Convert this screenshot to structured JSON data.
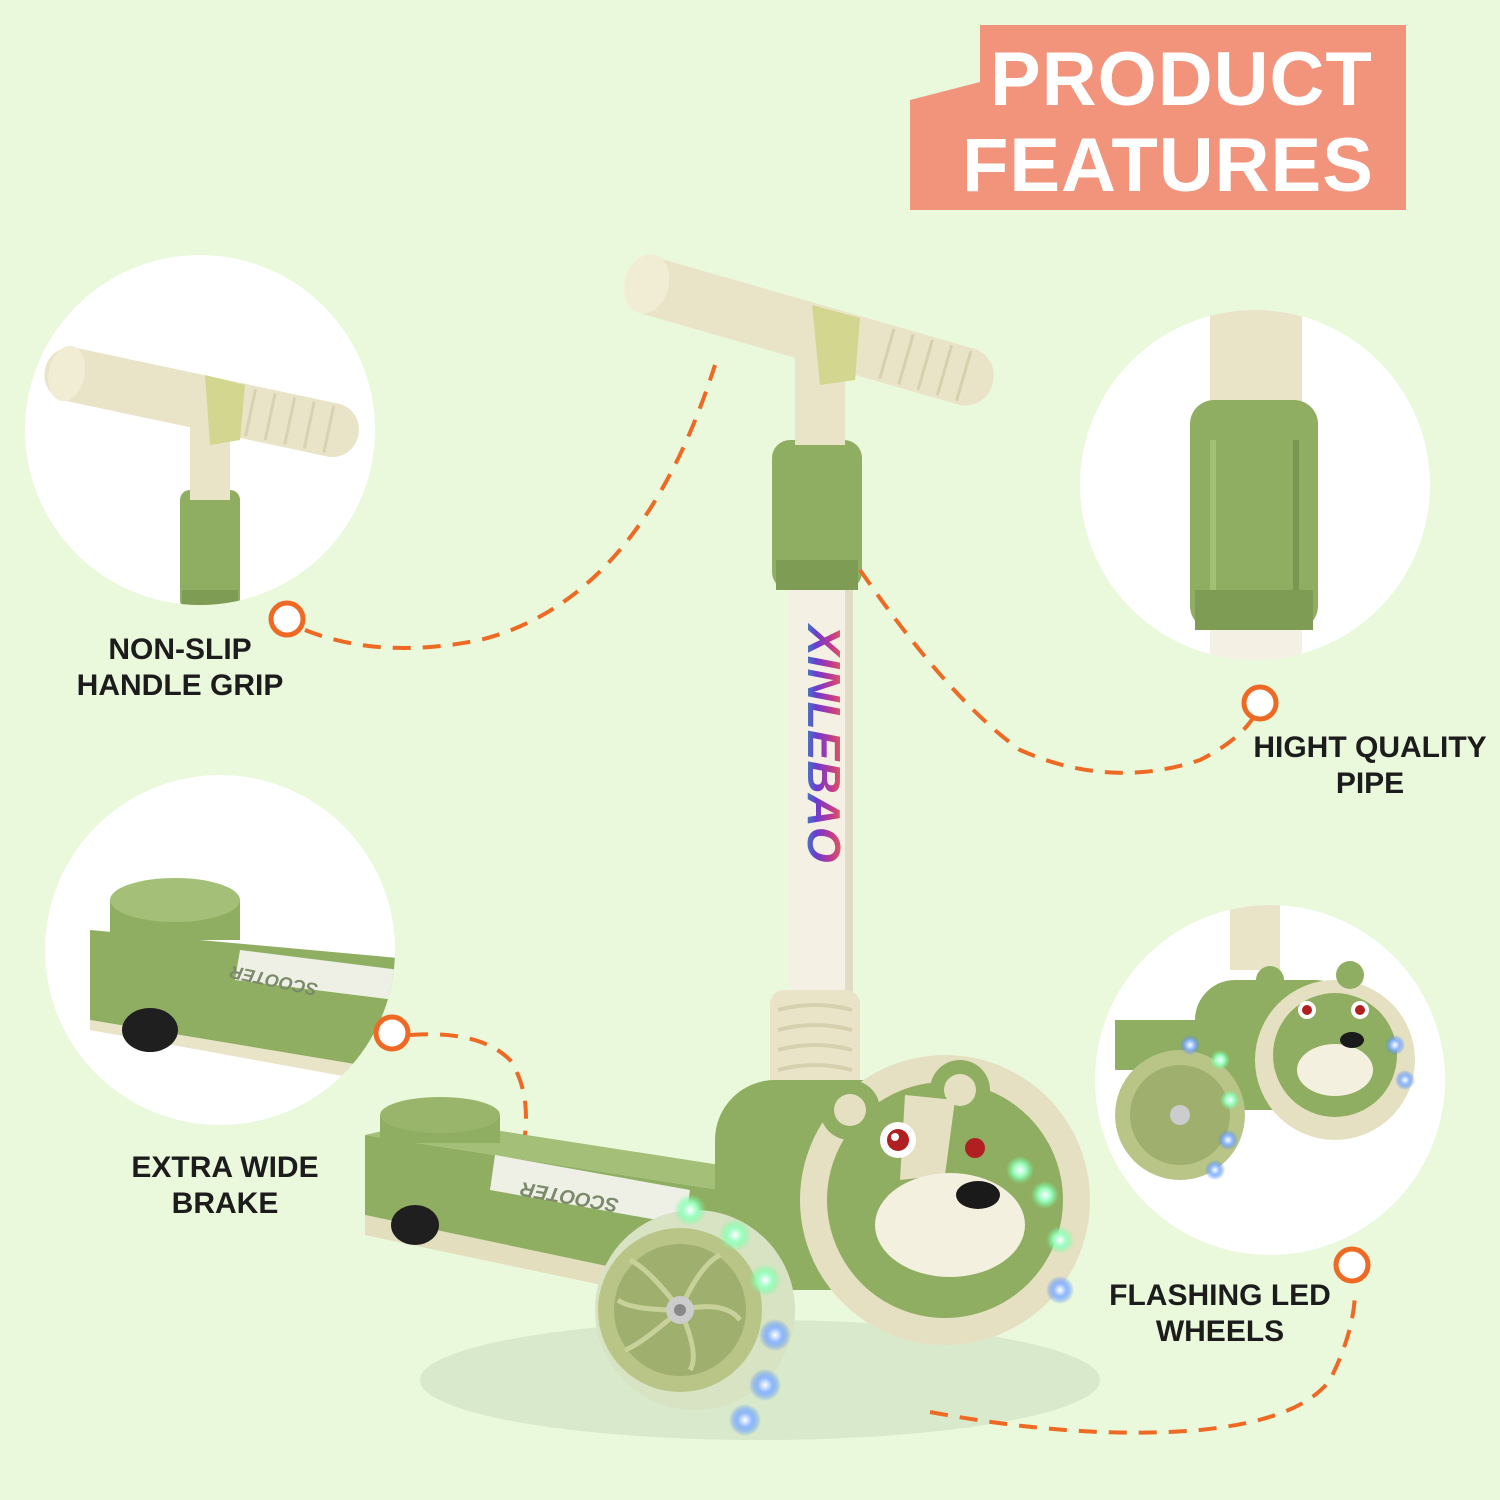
{
  "title": {
    "line1": "PRODUCT",
    "line2": "FEATURES"
  },
  "features": [
    {
      "id": "grip",
      "line1": "NON-SLIP",
      "line2": "HANDLE GRIP"
    },
    {
      "id": "pipe",
      "line1": "HIGHT QUALITY",
      "line2": "PIPE"
    },
    {
      "id": "brake",
      "line1": "EXTRA WIDE",
      "line2": "BRAKE"
    },
    {
      "id": "led",
      "line1": "FLASHING LED",
      "line2": "WHEELS"
    }
  ],
  "product": {
    "brand": "XINLEBAO",
    "deck_label": "SCOOTER"
  },
  "colors": {
    "background": "#EAF8DC",
    "banner": "#F2947B",
    "accent_orange": "#EE6A24",
    "scooter_green": "#8FAE62",
    "scooter_cream": "#E9E4C8",
    "led_blue": "#3B7DFF",
    "led_green": "#6CFF9A"
  },
  "icons": [
    "callout-dot-icon",
    "dashed-leader-line"
  ]
}
